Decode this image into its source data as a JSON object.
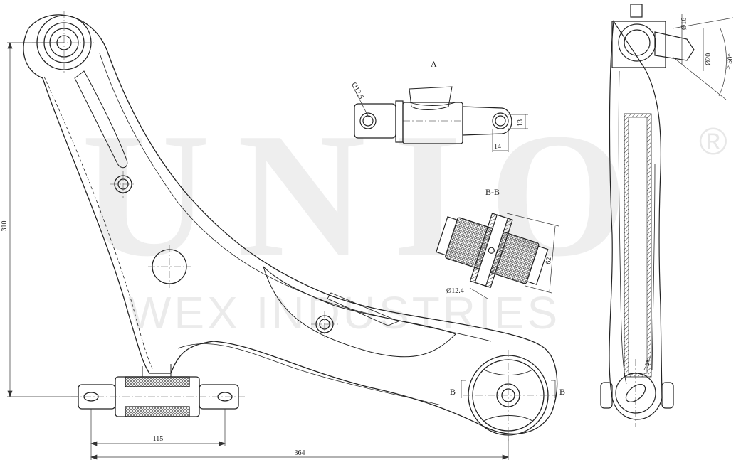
{
  "watermark": {
    "brand": "UNIO",
    "registered": "®",
    "company": "WEX INDUSTRIES"
  },
  "views": {
    "detail_a_label": "A",
    "section_label": "B-B",
    "side_view_label": "A",
    "section_marker_left": "B",
    "section_marker_right": "B"
  },
  "dimensions": {
    "overall_height": "310",
    "bushing_offset": "115",
    "overall_length": "364",
    "detail_a_hole_dia": "Ø12.5",
    "detail_a_width": "14",
    "detail_a_height": "13",
    "section_bore_dia": "Ø12.4",
    "section_length": "62",
    "ball_joint_dia_1": "Ø16",
    "ball_joint_dia_2": "Ø20",
    "ball_joint_angle": "> 50°"
  }
}
